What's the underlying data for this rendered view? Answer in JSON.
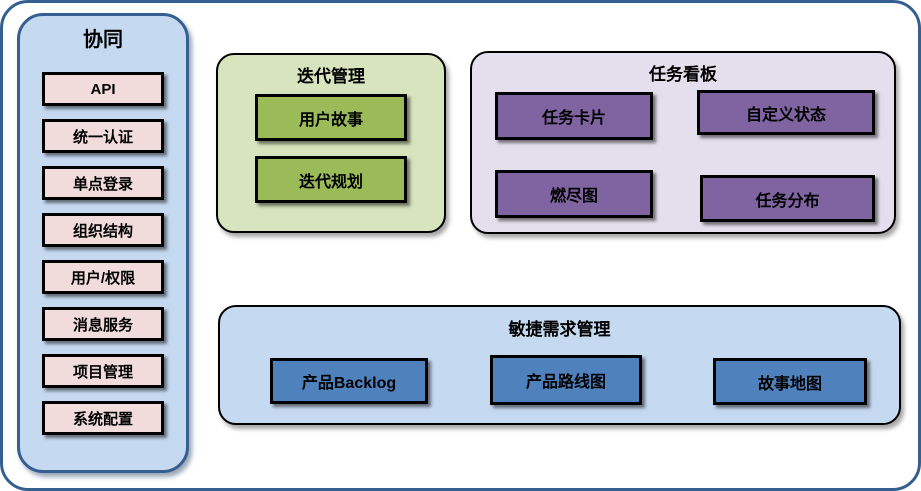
{
  "colors": {
    "outer_border": "#365F91",
    "sidebar_bg": "#C5D9F1",
    "sidebar_item_bg": "#F2DCDB",
    "iteration_bg": "#D7E4BD",
    "iteration_item_bg": "#9BBB59",
    "taskboard_bg": "#E4DFEC",
    "taskboard_item_bg": "#8064A2",
    "agile_bg": "#C5D9F1",
    "agile_item_bg": "#4F81BD"
  },
  "sidebar": {
    "title": "协同",
    "items": [
      "API",
      "统一认证",
      "单点登录",
      "组织结构",
      "用户/权限",
      "消息服务",
      "项目管理",
      "系统配置"
    ]
  },
  "iteration": {
    "title": "迭代管理",
    "items": [
      "用户故事",
      "迭代规划"
    ]
  },
  "taskboard": {
    "title": "任务看板",
    "items": [
      "任务卡片",
      "自定义状态",
      "燃尽图",
      "任务分布"
    ]
  },
  "agile": {
    "title": "敏捷需求管理",
    "items": [
      "产品Backlog",
      "产品路线图",
      "故事地图"
    ]
  }
}
